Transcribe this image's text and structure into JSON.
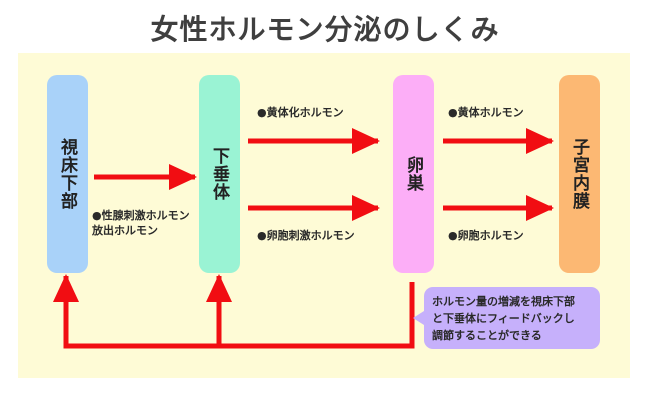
{
  "title": "女性ホルモン分泌のしくみ",
  "nodes": {
    "hypothalamus": "視床下部",
    "pituitary": "下垂体",
    "ovary": "卵巣",
    "uterus": "子宮内膜"
  },
  "labels": {
    "gnrh_line1": "●性腺刺激ホルモン",
    "gnrh_line2": "放出ホルモン",
    "lh": "●黄体化ホルモン",
    "fsh": "●卵胞刺激ホルモン",
    "progesterone": "●黄体ホルモン",
    "estrogen": "●卵胞ホルモン"
  },
  "feedback_note": {
    "line1": "ホルモン量の増減を視床下部",
    "line2": "と下垂体にフィードバックし",
    "line3": "調節することができる"
  },
  "colors": {
    "arrow": "#f10d12",
    "panel": "#fefbd6",
    "hypothalamus": "#a9d2f9",
    "pituitary": "#9af3d4",
    "ovary": "#fcaef7",
    "uterus": "#fcb873",
    "note": "#c6b0fb"
  }
}
